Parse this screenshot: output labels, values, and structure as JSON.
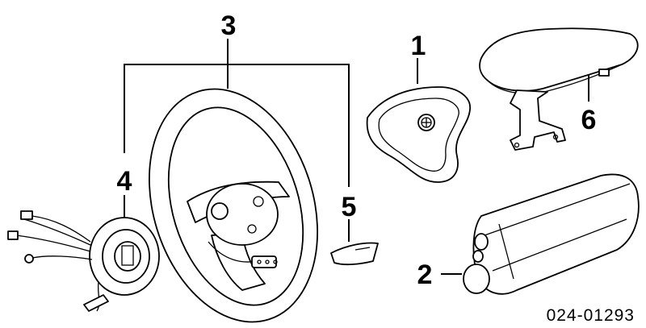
{
  "callouts": {
    "c1": "1",
    "c2": "2",
    "c3": "3",
    "c4": "4",
    "c5": "5",
    "c6": "6"
  },
  "part_number": "024-01293",
  "colors": {
    "ink": "#000000",
    "background": "#ffffff"
  }
}
